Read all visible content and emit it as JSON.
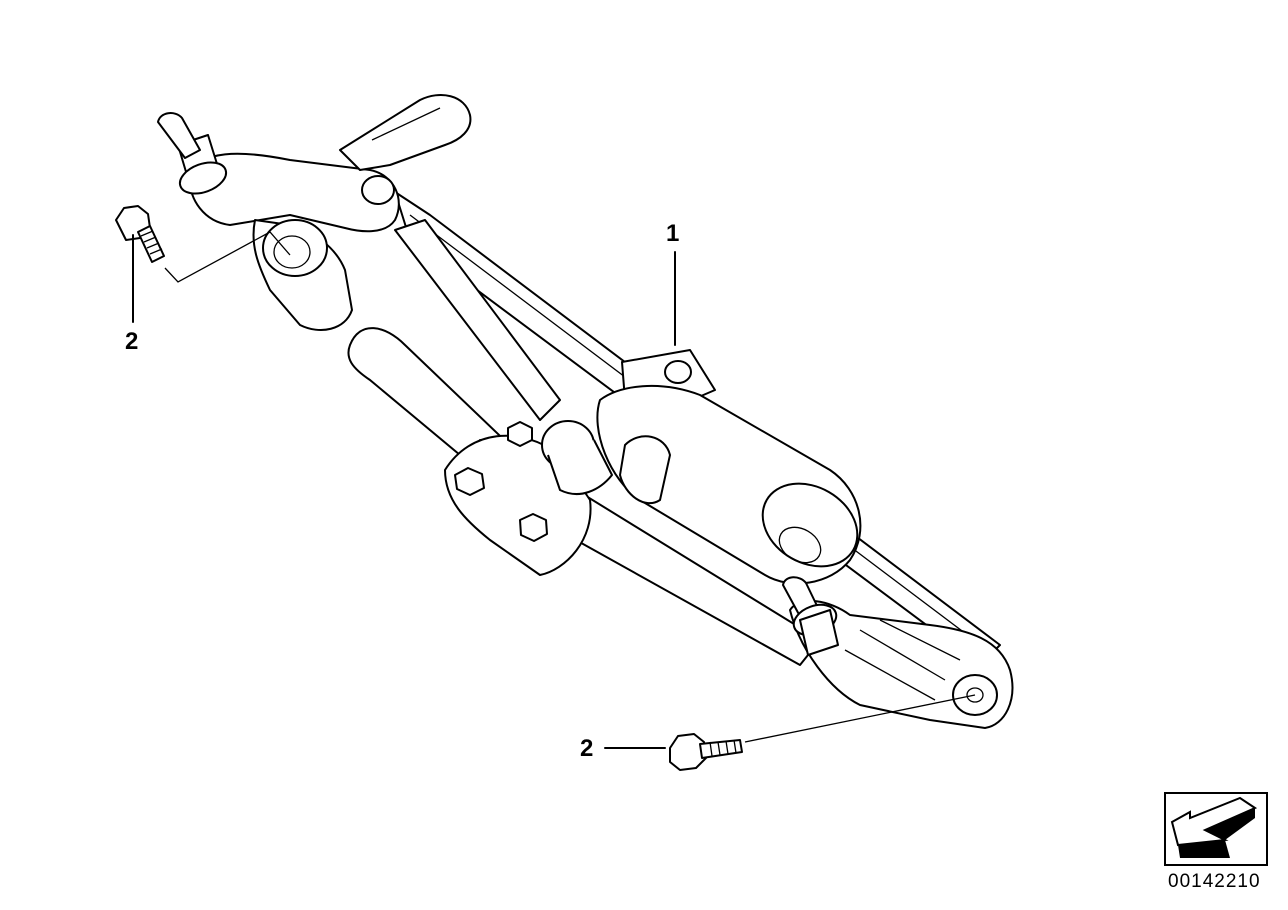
{
  "callouts": [
    {
      "id": "part-1",
      "text": "1"
    },
    {
      "id": "part-2-upper",
      "text": "2"
    },
    {
      "id": "part-2-lower",
      "text": "2"
    }
  ],
  "diagram_code": "00142210",
  "icons": {
    "orientation": "direction-arrow-icon"
  }
}
